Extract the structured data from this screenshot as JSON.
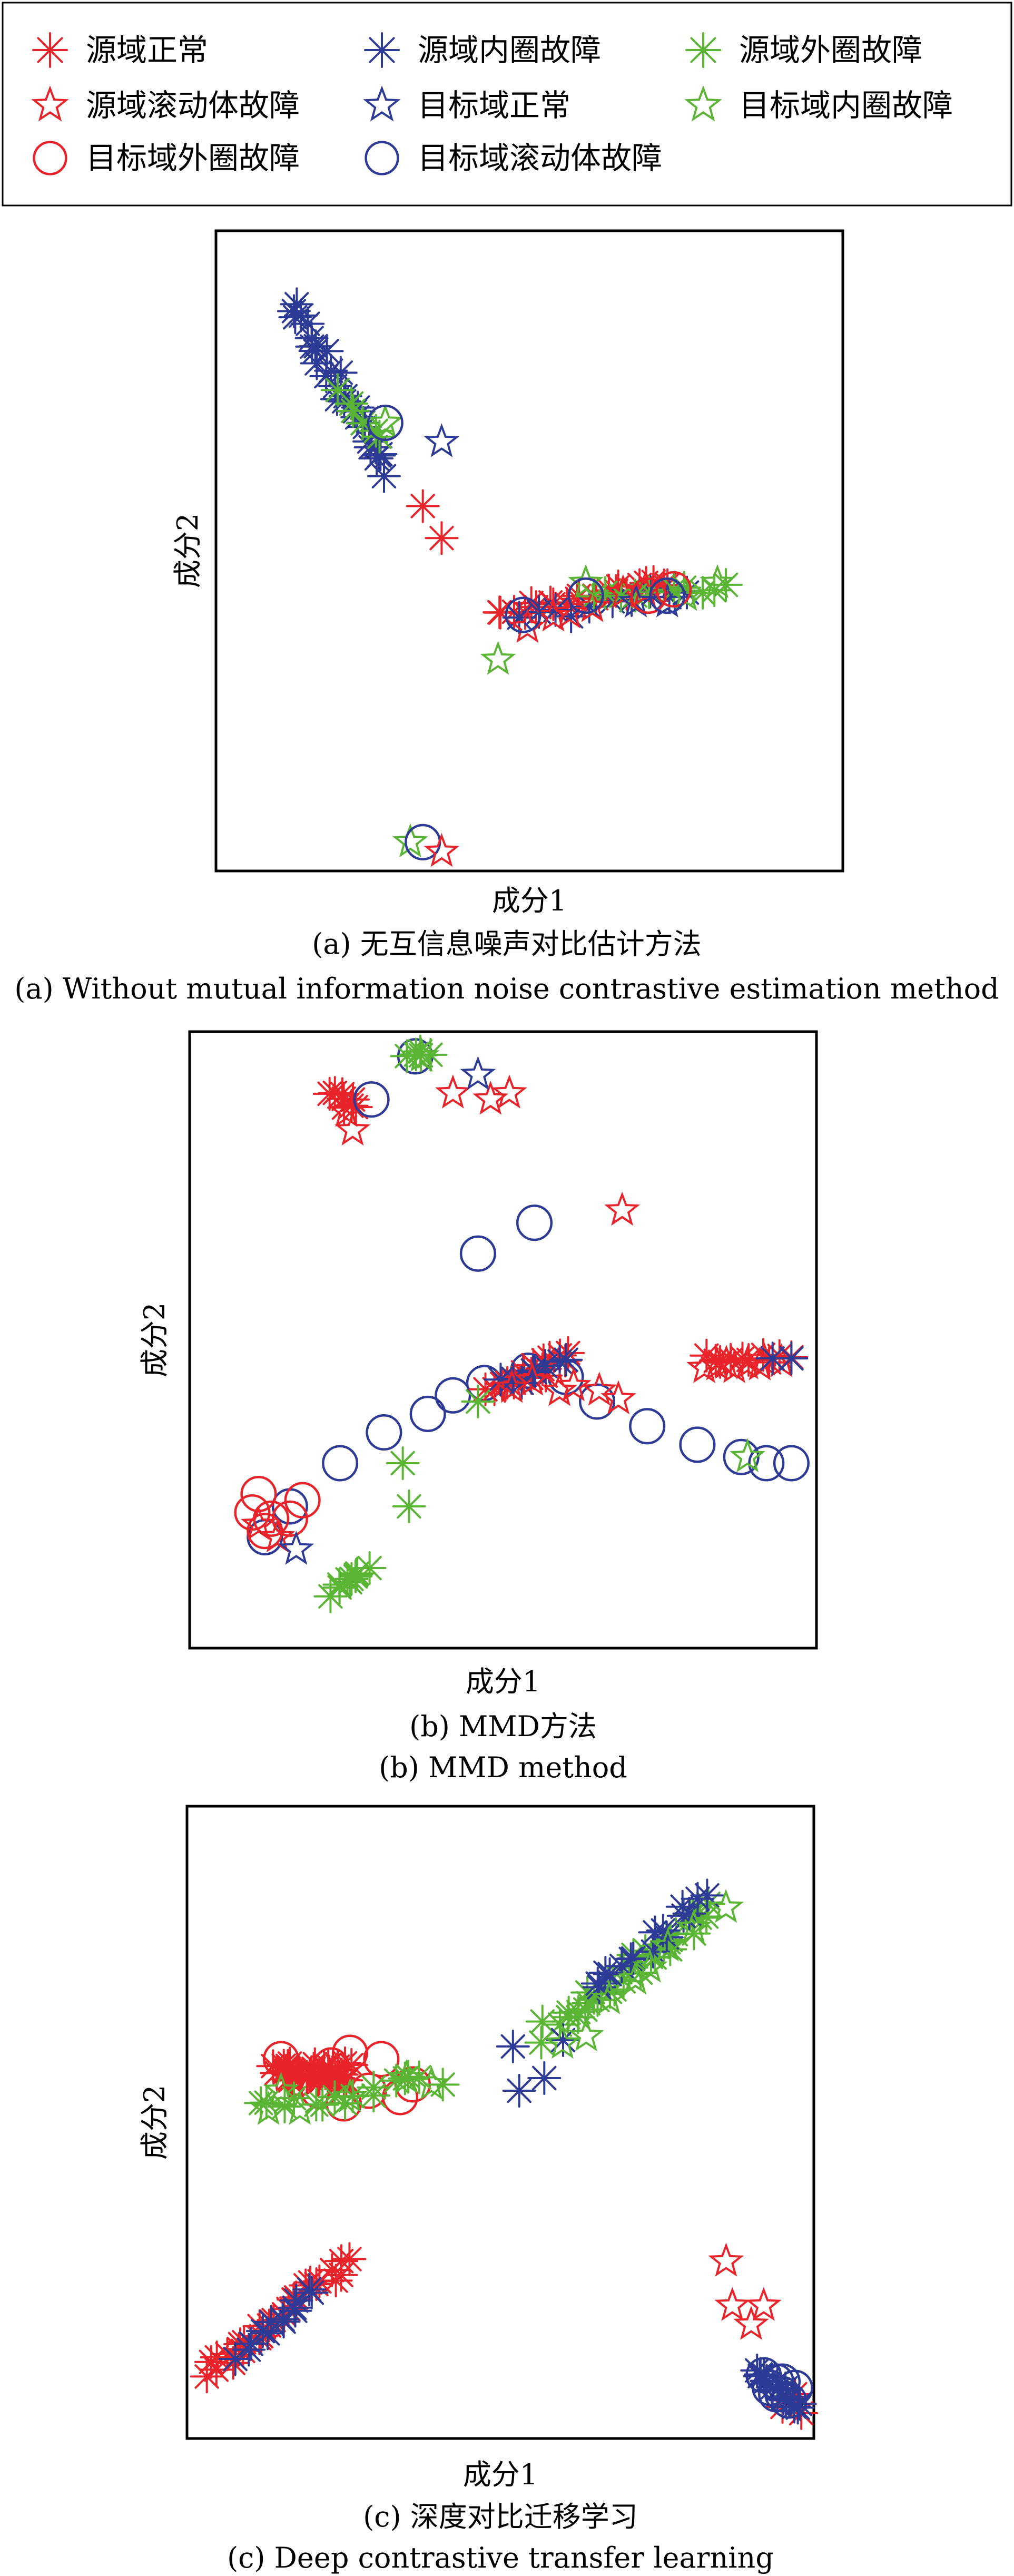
{
  "legend": {
    "items": [
      {
        "label": "源域正常",
        "marker": "asterisk",
        "color": "#e8232a"
      },
      {
        "label": "源域内圈故障",
        "marker": "asterisk",
        "color": "#2d3b96"
      },
      {
        "label": "源域外圈故障",
        "marker": "asterisk",
        "color": "#5ab535"
      },
      {
        "label": "源域滚动体故障",
        "marker": "star",
        "color": "#e8232a"
      },
      {
        "label": "目标域正常",
        "marker": "star",
        "color": "#2d3b96"
      },
      {
        "label": "目标域内圈故障",
        "marker": "star",
        "color": "#5ab535"
      },
      {
        "label": "目标域外圈故障",
        "marker": "circle",
        "color": "#e8232a"
      },
      {
        "label": "目标域滚动体故障",
        "marker": "circle",
        "color": "#2d3b96"
      }
    ]
  },
  "colors": {
    "red": "#e8232a",
    "blue": "#2d3b96",
    "green": "#5ab535"
  },
  "chart_data": [
    {
      "type": "scatter",
      "xlabel": "成分1",
      "ylabel": "成分2",
      "caption_cn": "(a)  无互信息噪声对比估计方法",
      "caption_en": "(a)  Without mutual information noise contrastive estimation method",
      "xlim": [
        0,
        100
      ],
      "ylim": [
        0,
        100
      ],
      "clusters": [
        {
          "series": "源域内圈故障",
          "kind": "line",
          "start": [
            12,
            88
          ],
          "end": [
            27,
            63
          ],
          "n": 30,
          "jitter": 1.4
        },
        {
          "series": "源域外圈故障",
          "kind": "line",
          "start": [
            20,
            76
          ],
          "end": [
            26,
            67
          ],
          "n": 6,
          "jitter": 1.2
        },
        {
          "series": "源域正常",
          "kind": "points",
          "points": [
            [
              33,
              57
            ],
            [
              36,
              52
            ]
          ]
        },
        {
          "series": "源域正常",
          "kind": "line",
          "start": [
            45,
            40
          ],
          "end": [
            73,
            45
          ],
          "n": 22,
          "jitter": 1.0
        },
        {
          "series": "源域内圈故障",
          "kind": "line",
          "start": [
            48,
            39
          ],
          "end": [
            75,
            44
          ],
          "n": 10,
          "jitter": 0.9
        },
        {
          "series": "源域外圈故障",
          "kind": "line",
          "start": [
            60,
            43
          ],
          "end": [
            82,
            44
          ],
          "n": 10,
          "jitter": 0.9
        },
        {
          "series": "源域滚动体故障",
          "kind": "line",
          "start": [
            50,
            39
          ],
          "end": [
            68,
            44
          ],
          "n": 6,
          "jitter": 1.0
        },
        {
          "series": "目标域正常",
          "kind": "points",
          "points": [
            [
              36,
              67
            ],
            [
              67,
              42
            ],
            [
              72,
              42
            ]
          ]
        },
        {
          "series": "目标域内圈故障",
          "kind": "points",
          "points": [
            [
              27,
              70
            ],
            [
              45,
              33
            ],
            [
              59,
              45
            ],
            [
              75,
              43
            ],
            [
              80,
              45
            ],
            [
              31,
              4.5
            ]
          ]
        },
        {
          "series": "目标域外圈故障",
          "kind": "points",
          "points": [
            [
              59,
              43
            ],
            [
              69,
              43
            ],
            [
              73,
              44
            ]
          ]
        },
        {
          "series": "目标域滚动体故障",
          "kind": "points",
          "points": [
            [
              27,
              70
            ],
            [
              49,
              40
            ],
            [
              59,
              43
            ],
            [
              72,
              43
            ],
            [
              33,
              4.5
            ]
          ]
        },
        {
          "series": "源域滚动体故障",
          "kind": "points",
          "points": [
            [
              36,
              3
            ]
          ]
        }
      ]
    },
    {
      "type": "scatter",
      "xlabel": "成分1",
      "ylabel": "成分2",
      "caption_cn": "(b)  MMD方法",
      "caption_en": "(b)  MMD method",
      "xlim": [
        0,
        100
      ],
      "ylim": [
        0,
        100
      ],
      "clusters": [
        {
          "series": "源域正常",
          "kind": "line",
          "start": [
            23,
            90
          ],
          "end": [
            27,
            87
          ],
          "n": 8,
          "jitter": 1.2
        },
        {
          "series": "源域滚动体故障",
          "kind": "points",
          "points": [
            [
              25,
              87
            ],
            [
              26,
              84
            ],
            [
              42,
              90
            ],
            [
              48,
              89
            ],
            [
              51,
              90
            ]
          ]
        },
        {
          "series": "目标域滚动体故障",
          "kind": "points",
          "points": [
            [
              29,
              89
            ],
            [
              36,
              96
            ]
          ]
        },
        {
          "series": "目标域正常",
          "kind": "points",
          "points": [
            [
              37,
              96
            ],
            [
              46,
              93
            ]
          ]
        },
        {
          "series": "源域外圈故障",
          "kind": "line",
          "start": [
            35,
            96
          ],
          "end": [
            38,
            97
          ],
          "n": 5,
          "jitter": 0.8
        },
        {
          "series": "目标域内圈故障",
          "kind": "points",
          "points": [
            [
              37,
              96
            ]
          ]
        },
        {
          "series": "源域滚动体故障",
          "kind": "points",
          "points": [
            [
              69,
              71
            ]
          ]
        },
        {
          "series": "目标域滚动体故障",
          "kind": "points",
          "points": [
            [
              55,
              69
            ],
            [
              46,
              64
            ],
            [
              12,
              18
            ],
            [
              16,
              23
            ],
            [
              24,
              30
            ],
            [
              31,
              35
            ],
            [
              38,
              38
            ],
            [
              42,
              41
            ],
            [
              47,
              43
            ],
            [
              54,
              45
            ],
            [
              60,
              44
            ],
            [
              65,
              40
            ],
            [
              73,
              36
            ],
            [
              81,
              33
            ],
            [
              88,
              31
            ],
            [
              92,
              30
            ],
            [
              96,
              30
            ]
          ]
        },
        {
          "series": "源域正常",
          "kind": "line",
          "start": [
            48,
            42
          ],
          "end": [
            60,
            47
          ],
          "n": 18,
          "jitter": 1.1
        },
        {
          "series": "源域内圈故障",
          "kind": "line",
          "start": [
            50,
            43
          ],
          "end": [
            60,
            46
          ],
          "n": 8,
          "jitter": 1.0
        },
        {
          "series": "源域滚动体故障",
          "kind": "line",
          "start": [
            52,
            43
          ],
          "end": [
            68,
            41
          ],
          "n": 6,
          "jitter": 1.0
        },
        {
          "series": "源域正常",
          "kind": "line",
          "start": [
            82,
            47
          ],
          "end": [
            96,
            47
          ],
          "n": 10,
          "jitter": 0.7
        },
        {
          "series": "源域滚动体故障",
          "kind": "line",
          "start": [
            82,
            46
          ],
          "end": [
            94,
            46
          ],
          "n": 8,
          "jitter": 0.7
        },
        {
          "series": "源域内圈故障",
          "kind": "points",
          "points": [
            [
              93,
              47
            ],
            [
              96,
              47
            ]
          ]
        },
        {
          "series": "目标域外圈故障",
          "kind": "points",
          "points": [
            [
              10,
              22
            ],
            [
              12,
              19
            ],
            [
              13,
              21
            ],
            [
              16,
              21
            ],
            [
              11,
              25
            ],
            [
              18,
              24
            ]
          ]
        },
        {
          "series": "源域滚动体故障",
          "kind": "points",
          "points": [
            [
              11,
              20
            ],
            [
              14,
              18
            ]
          ]
        },
        {
          "series": "目标域正常",
          "kind": "points",
          "points": [
            [
              17,
              16
            ]
          ]
        },
        {
          "series": "源域外圈故障",
          "kind": "points",
          "points": [
            [
              34,
              30
            ],
            [
              46,
              40
            ],
            [
              35,
              23
            ]
          ]
        },
        {
          "series": "源域外圈故障",
          "kind": "line",
          "start": [
            23,
            9
          ],
          "end": [
            28,
            13
          ],
          "n": 10,
          "jitter": 1.0
        },
        {
          "series": "目标域内圈故障",
          "kind": "points",
          "points": [
            [
              89,
              31
            ]
          ]
        }
      ]
    },
    {
      "type": "scatter",
      "xlabel": "成分1",
      "ylabel": "成分2",
      "caption_cn": "(c)  深度对比迁移学习",
      "caption_en": "(c)  Deep contrastive transfer learning",
      "xlim": [
        0,
        100
      ],
      "ylim": [
        0,
        100
      ],
      "clusters": [
        {
          "series": "源域外圈故障",
          "kind": "line",
          "start": [
            57,
            64
          ],
          "end": [
            84,
            84
          ],
          "n": 34,
          "jitter": 1.4
        },
        {
          "series": "源域内圈故障",
          "kind": "line",
          "start": [
            65,
            71
          ],
          "end": [
            83,
            86
          ],
          "n": 16,
          "jitter": 1.2
        },
        {
          "series": "源域内圈故障",
          "kind": "points",
          "points": [
            [
              52,
              62
            ],
            [
              57,
              57
            ],
            [
              53,
              55
            ],
            [
              60,
              63
            ]
          ]
        },
        {
          "series": "目标域内圈故障",
          "kind": "line",
          "start": [
            60,
            62
          ],
          "end": [
            85,
            84
          ],
          "n": 8,
          "jitter": 1.6
        },
        {
          "series": "源域正常",
          "kind": "line",
          "start": [
            14,
            58
          ],
          "end": [
            26,
            58
          ],
          "n": 40,
          "jitter": 1.4
        },
        {
          "series": "目标域外圈故障",
          "kind": "points",
          "points": [
            [
              18,
              57
            ],
            [
              23,
              59
            ],
            [
              26,
              61
            ],
            [
              29,
              55
            ],
            [
              34,
              54
            ],
            [
              36,
              56
            ],
            [
              21,
              55
            ],
            [
              31,
              60
            ],
            [
              25,
              53
            ],
            [
              15,
              60
            ]
          ]
        },
        {
          "series": "源域外圈故障",
          "kind": "line",
          "start": [
            12,
            52
          ],
          "end": [
            40,
            57
          ],
          "n": 16,
          "jitter": 1.4
        },
        {
          "series": "目标域内圈故障",
          "kind": "points",
          "points": [
            [
              13,
              52
            ],
            [
              18,
              52
            ],
            [
              26,
              54
            ],
            [
              35,
              57
            ],
            [
              39,
              56
            ],
            [
              15,
              55
            ]
          ]
        },
        {
          "series": "源域正常",
          "kind": "line",
          "start": [
            3,
            10
          ],
          "end": [
            25,
            28
          ],
          "n": 30,
          "jitter": 1.2
        },
        {
          "series": "源域内圈故障",
          "kind": "line",
          "start": [
            8,
            13
          ],
          "end": [
            20,
            23
          ],
          "n": 14,
          "jitter": 1.0
        },
        {
          "series": "源域滚动体故障",
          "kind": "points",
          "points": [
            [
              87,
              21
            ],
            [
              90,
              18
            ],
            [
              92,
              21
            ],
            [
              86,
              28
            ]
          ]
        },
        {
          "series": "源域正常",
          "kind": "points",
          "points": [
            [
              95,
              5
            ],
            [
              97,
              7
            ],
            [
              98,
              4
            ]
          ]
        },
        {
          "series": "目标域滚动体故障",
          "kind": "points",
          "points": [
            [
              93,
              8
            ],
            [
              95,
              7
            ],
            [
              94,
              9
            ],
            [
              96,
              6
            ],
            [
              92,
              10
            ],
            [
              95,
              9
            ],
            [
              97,
              8
            ],
            [
              94,
              7
            ]
          ]
        },
        {
          "series": "源域内圈故障",
          "kind": "line",
          "start": [
            91,
            11
          ],
          "end": [
            97,
            5
          ],
          "n": 16,
          "jitter": 1.0
        }
      ]
    }
  ]
}
